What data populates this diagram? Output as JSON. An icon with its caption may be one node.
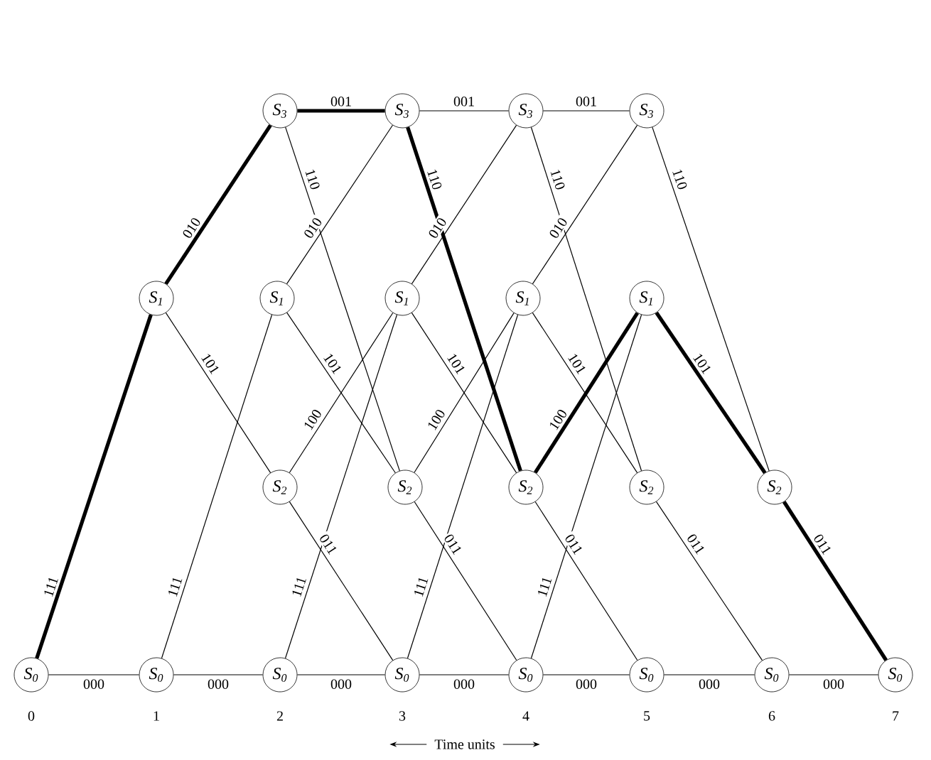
{
  "diagram": {
    "nodes": [
      {
        "text": [
          "S$_{3}$"
        ]
      },
      {
        "text": [
          "S$_{3}$"
        ]
      },
      {
        "text": [
          "S$_{3}$"
        ]
      },
      {
        "text": [
          "S$_{3}$"
        ]
      },
      {
        "text": [
          "S$_{1}$"
        ]
      },
      {
        "text": [
          "S$_{1}$"
        ]
      },
      {
        "text": [
          "S$_{1}$"
        ]
      },
      {
        "text": [
          "S$_{1}$"
        ]
      },
      {
        "text": [
          "S$_{1}$"
        ]
      },
      {
        "text": [
          "S$_{2}$"
        ]
      },
      {
        "text": [
          "S$_{2}$"
        ]
      },
      {
        "text": [
          "S$_{2}$"
        ]
      },
      {
        "text": [
          "S$_{2}$"
        ]
      },
      {
        "text": [
          "S$_{2}$"
        ]
      },
      {
        "text": [
          "S$_{0}$"
        ]
      },
      {
        "text": [
          "S$_{0}$"
        ]
      },
      {
        "text": [
          "S$_{0}$"
        ]
      },
      {
        "text": [
          "S$_{0}$"
        ]
      },
      {
        "text": [
          "S$_{0}$"
        ]
      },
      {
        "text": [
          "S$_{0}$"
        ]
      },
      {
        "text": [
          "S$_{0}$"
        ]
      },
      {
        "text": [
          "S$_{0}$"
        ]
      }
    ],
    "edges": [
      {
        "from": 14,
        "to": 15,
        "arrow": "none",
        "label": "000"
      },
      {
        "from": 15,
        "to": 16,
        "arrow": "none",
        "label": "000"
      },
      {
        "from": 16,
        "to": 17,
        "arrow": "none",
        "label": "000"
      },
      {
        "from": 17,
        "to": 18,
        "arrow": "none",
        "label": "000"
      },
      {
        "from": 18,
        "to": 19,
        "arrow": "none",
        "label": "000"
      },
      {
        "from": 19,
        "to": 20,
        "arrow": "none",
        "label": "000"
      },
      {
        "from": 20,
        "to": 21,
        "arrow": "none",
        "label": "000"
      },
      {
        "from": 14,
        "to": 4,
        "arrow": "none",
        "label": "111",
        "style": "thick"
      },
      {
        "from": 15,
        "to": 5,
        "arrow": "none",
        "label": "111"
      },
      {
        "from": 16,
        "to": 6,
        "arrow": "none",
        "label": "111"
      },
      {
        "from": 17,
        "to": 7,
        "arrow": "none",
        "label": "111"
      },
      {
        "from": 18,
        "to": 8,
        "arrow": "none",
        "label": "111"
      },
      {
        "from": 4,
        "to": 0,
        "arrow": "none",
        "label": "010",
        "style": "thick"
      },
      {
        "from": 5,
        "to": 1,
        "arrow": "none",
        "label": "010"
      },
      {
        "from": 6,
        "to": 2,
        "arrow": "none",
        "label": "010"
      },
      {
        "from": 7,
        "to": 3,
        "arrow": "none",
        "label": "010"
      },
      {
        "from": 4,
        "to": 9,
        "arrow": "none",
        "label": "101"
      },
      {
        "from": 5,
        "to": 10,
        "arrow": "none",
        "label": "101"
      },
      {
        "from": 6,
        "to": 11,
        "arrow": "none",
        "label": "101"
      },
      {
        "from": 7,
        "to": 12,
        "arrow": "none",
        "label": "101"
      },
      {
        "from": 8,
        "to": 13,
        "arrow": "none",
        "label": "101",
        "style": "thick"
      },
      {
        "from": 0,
        "to": 1,
        "arrow": "none",
        "label": "001",
        "style": "thick"
      },
      {
        "from": 1,
        "to": 2,
        "arrow": "none",
        "label": "001"
      },
      {
        "from": 2,
        "to": 3,
        "arrow": "none",
        "label": "001"
      },
      {
        "from": 0,
        "to": 10,
        "arrow": "none",
        "label": "110"
      },
      {
        "from": 1,
        "to": 11,
        "arrow": "none",
        "label": "110",
        "style": "thick"
      },
      {
        "from": 2,
        "to": 12,
        "arrow": "none",
        "label": "110"
      },
      {
        "from": 3,
        "to": 13,
        "arrow": "none",
        "label": "110"
      },
      {
        "from": 9,
        "to": 17,
        "arrow": "none",
        "label": "011"
      },
      {
        "from": 10,
        "to": 18,
        "arrow": "none",
        "label": "011"
      },
      {
        "from": 11,
        "to": 19,
        "arrow": "none",
        "label": "011"
      },
      {
        "from": 12,
        "to": 20,
        "arrow": "none",
        "label": "011"
      },
      {
        "from": 13,
        "to": 21,
        "arrow": "none",
        "label": "011",
        "style": "thick"
      },
      {
        "from": 9,
        "to": 6,
        "arrow": "none",
        "label": "100"
      },
      {
        "from": 10,
        "to": 7,
        "arrow": "none",
        "label": "100"
      },
      {
        "from": 11,
        "to": 8,
        "arrow": "none",
        "label": "100",
        "style": "thick"
      }
    ],
    "labels": [
      "0",
      "1",
      "2",
      "3",
      "4",
      "5",
      "6",
      "7",
      "Time units"
    ]
  }
}
